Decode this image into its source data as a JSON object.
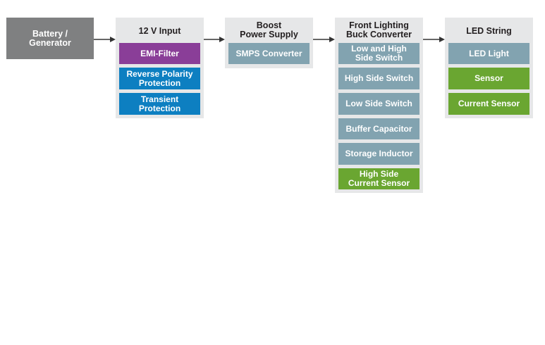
{
  "source": {
    "line1": "Battery /",
    "line2": "Generator"
  },
  "input_12v": {
    "title": "12 V Input",
    "emi_filter": "EMI-Filter",
    "reverse_polarity": {
      "line1": "Reverse Polarity",
      "line2": "Protection"
    },
    "transient": {
      "line1": "Transient",
      "line2": "Protection"
    }
  },
  "boost": {
    "title_line1": "Boost",
    "title_line2": "Power Supply",
    "smps": "SMPS Converter"
  },
  "buck": {
    "title_line1": "Front Lighting",
    "title_line2": "Buck Converter",
    "low_high_switch": {
      "line1": "Low and High",
      "line2": "Side Switch"
    },
    "high_side_switch": "High Side Switch",
    "low_side_switch": "Low Side Switch",
    "buffer_capacitor": "Buffer Capacitor",
    "storage_inductor": "Storage Inductor",
    "current_sensor": {
      "line1": "High Side",
      "line2": "Current Sensor"
    }
  },
  "led": {
    "title": "LED String",
    "led_light": "LED Light",
    "sensor": "Sensor",
    "current_sensor": "Current Sensor"
  },
  "colors": {
    "source_gray": "#7f8081",
    "filter_purple": "#8a3e98",
    "protection_blue": "#0d7fc1",
    "component_gray_blue": "#82a3b0",
    "sensor_green": "#6aa631",
    "group_background": "#e6e7e8"
  }
}
